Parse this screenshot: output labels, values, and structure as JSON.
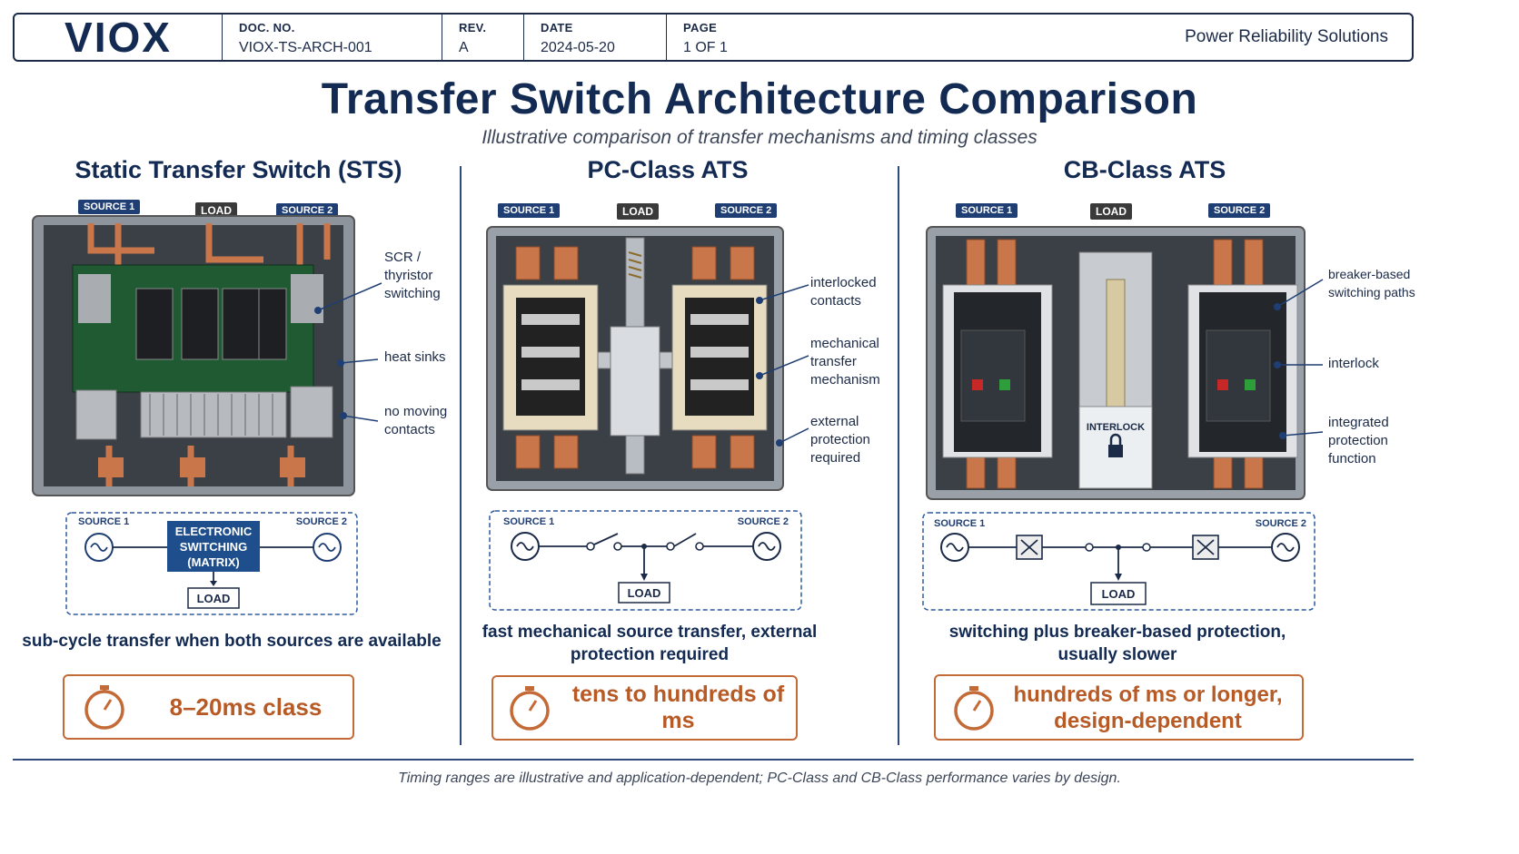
{
  "header": {
    "logo": "VIOX",
    "doc_no_label": "DOC. NO.",
    "doc_no": "VIOX-TS-ARCH-001",
    "rev_label": "REV.",
    "rev": "A",
    "date_label": "DATE",
    "date": "2024-05-20",
    "page_label": "PAGE",
    "page": "1 OF 1",
    "tagline": "Power Reliability Solutions"
  },
  "title": "Transfer Switch Architecture Comparison",
  "subtitle": "Illustrative comparison of transfer mechanisms and timing classes",
  "columns": [
    {
      "title": "Static Transfer Switch (STS)",
      "tags": {
        "source1": "SOURCE 1",
        "load": "LOAD",
        "source2": "SOURCE 2"
      },
      "callouts": [
        "SCR / thyristor switching",
        "heat sinks",
        "no moving contacts"
      ],
      "schematic": {
        "source1": "SOURCE 1",
        "source2": "SOURCE 2",
        "center": "ELECTRONIC SWITCHING (MATRIX)",
        "load": "LOAD"
      },
      "description": "sub-cycle transfer when both sources are available",
      "timing": "8–20ms class"
    },
    {
      "title": "PC-Class ATS",
      "tags": {
        "source1": "SOURCE 1",
        "load": "LOAD",
        "source2": "SOURCE 2"
      },
      "callouts": [
        "interlocked contacts",
        "mechanical transfer mechanism",
        "external protection required"
      ],
      "schematic": {
        "source1": "SOURCE 1",
        "source2": "SOURCE 2",
        "load": "LOAD"
      },
      "description": "fast mechanical source transfer, external protection required",
      "timing": "tens to hundreds of ms"
    },
    {
      "title": "CB-Class ATS",
      "tags": {
        "source1": "SOURCE 1",
        "load": "LOAD",
        "source2": "SOURCE 2",
        "interlock": "INTERLOCK"
      },
      "callouts": [
        "breaker-based switching paths",
        "interlock",
        "integrated protection function"
      ],
      "schematic": {
        "source1": "SOURCE 1",
        "source2": "SOURCE 2",
        "load": "LOAD"
      },
      "description": "switching plus breaker-based protection, usually slower",
      "timing": "hundreds of ms or longer, design-dependent"
    }
  ],
  "footer": "Timing ranges are illustrative and application-dependent; PC-Class and CB-Class performance varies by design.",
  "colors": {
    "navy": "#132a52",
    "accent": "#c46a36",
    "schematic_blue": "#1f3e73",
    "copper": "#c9774a"
  }
}
